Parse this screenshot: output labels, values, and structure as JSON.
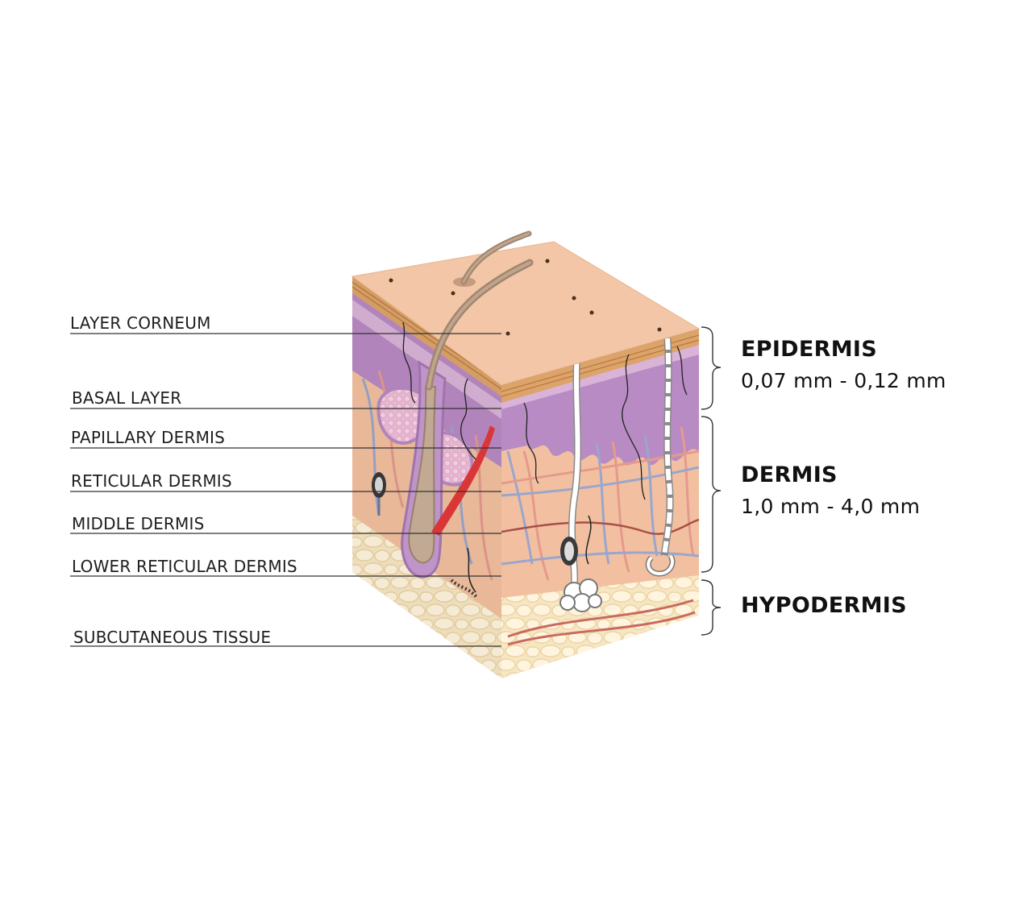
{
  "labels": [
    "LAYER CORNEUM",
    "BASAL LAYER",
    "PAPILLARY DERMIS",
    "RETICULAR DERMIS",
    "MIDDLE DERMIS",
    "LOWER RETICULAR DERMIS",
    "SUBCUTANEOUS TISSUE"
  ],
  "sections": {
    "epidermis": {
      "title": "EPIDERMIS",
      "range": "0,07 mm - 0,12 mm"
    },
    "dermis": {
      "title": "DERMIS",
      "range": "1,0 mm - 4,0 mm"
    },
    "hypodermis": {
      "title": "HYPODERMIS"
    }
  },
  "colors": {
    "skin_top": "#f2c6a6",
    "corneum_band": "#dca46a",
    "epidermis_purple": "#b98bc4",
    "dermis": "#f2c0a0",
    "hypodermis": "#f7e6c2",
    "hair": "#a89078",
    "vessel_red": "#c86a60",
    "vessel_blue": "#9aa6cc"
  }
}
